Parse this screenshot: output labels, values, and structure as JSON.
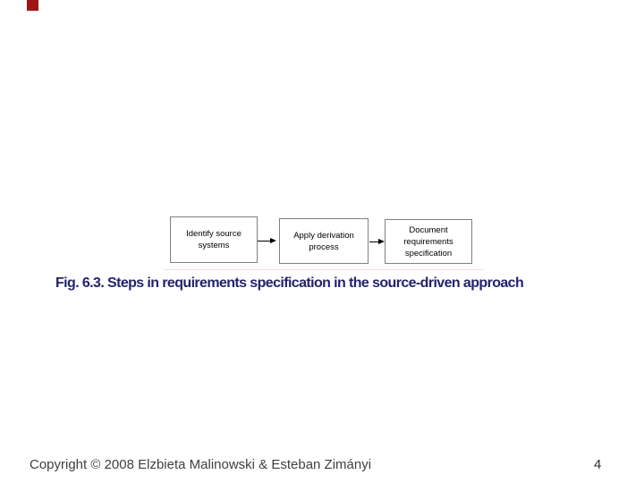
{
  "slide": {
    "background_color": "#ffffff",
    "bookmark_color": "#9c1616",
    "diagram": {
      "border_color": "#7f7f7f",
      "text_color": "#000000",
      "boxes": [
        {
          "lines": [
            "Identify source",
            "systems"
          ]
        },
        {
          "lines": [
            "Apply derivation",
            "process"
          ]
        },
        {
          "lines": [
            "Document",
            "requirements",
            "specification"
          ]
        }
      ],
      "arrow_color": "#000000"
    },
    "caption": {
      "text": "Fig. 6.3. Steps in requirements specification in the source-driven approach",
      "color": "#23236b"
    },
    "footer": {
      "copyright": "Copyright © 2008 Elzbieta Malinowski & Esteban Zimányi",
      "page_number": "4"
    }
  }
}
